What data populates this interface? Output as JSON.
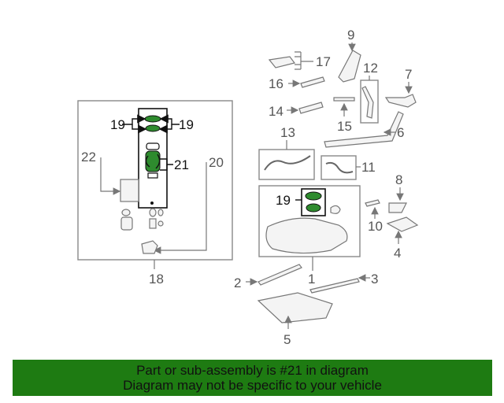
{
  "callouts": {
    "n1": "1",
    "n2": "2",
    "n3": "3",
    "n4": "4",
    "n5": "5",
    "n6": "6",
    "n7": "7",
    "n8": "8",
    "n9": "9",
    "n10": "10",
    "n11": "11",
    "n12": "12",
    "n13": "13",
    "n14": "14",
    "n15": "15",
    "n16": "16",
    "n17": "17",
    "n18": "18",
    "n19a": "19",
    "n19b": "19",
    "n19c": "19",
    "n20": "20",
    "n21": "21",
    "n22": "22"
  },
  "banner": {
    "line1": "Part or sub-assembly is #21 in diagram",
    "line2": "Diagram may not be specific to your vehicle",
    "color": "#1e7b12"
  }
}
